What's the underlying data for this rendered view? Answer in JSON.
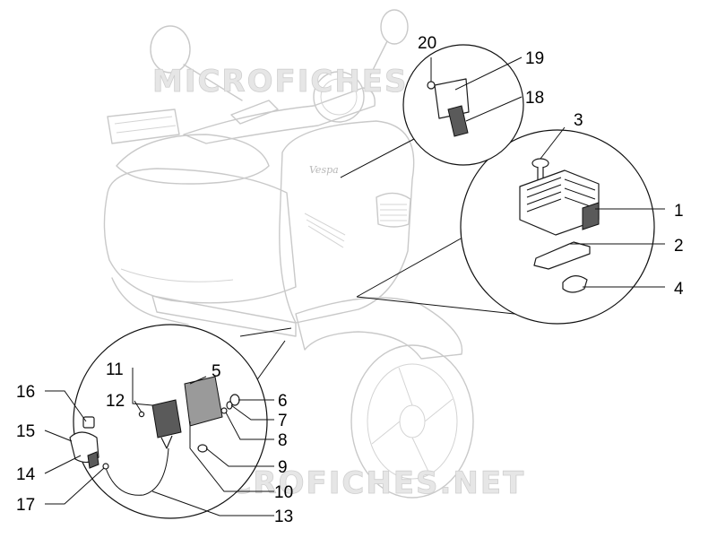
{
  "watermarks": [
    "MICROFICHES.NET",
    "MICROFICHES.NET"
  ],
  "scooter_badge": "Vespa",
  "callouts": {
    "c1": "1",
    "c2": "2",
    "c3": "3",
    "c4": "4",
    "c5": "5",
    "c6": "6",
    "c7": "7",
    "c8": "8",
    "c9": "9",
    "c10": "10",
    "c11": "11",
    "c12": "12",
    "c13": "13",
    "c14": "14",
    "c15": "15",
    "c16": "16",
    "c17": "17",
    "c18": "18",
    "c19": "19",
    "c20": "20"
  },
  "colors": {
    "outline": "#c9c9c9",
    "ink": "#111111",
    "watermark": "#e6e6e6"
  }
}
